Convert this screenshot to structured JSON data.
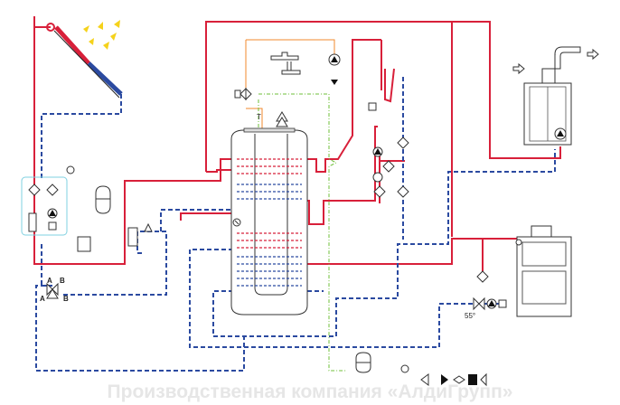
{
  "diagram": {
    "labels": {
      "valve_port_a_top": "A",
      "valve_port_b_top": "B",
      "valve_port_a_bottom": "A",
      "valve_port_b_bottom": "B",
      "thermostat_setpoint": "55°",
      "tank_sensor_marker": "T"
    },
    "colors": {
      "hot_supply": "#d8203a",
      "cold_return": "#2b4aa0",
      "domestic_hot_water": "#f08a2c",
      "circulation": "#6fbf3a",
      "sun_rays": "#f5d21b",
      "solar_panel_hot": "#d8203a",
      "solar_panel_cold": "#2b4aa0",
      "solar_group_frame": "#7fd0e0"
    },
    "icons": [
      "sun-icon",
      "solar-collector-icon",
      "faucet-icon",
      "circulation-pump-icon",
      "three-way-valve-icon",
      "expansion-vessel-icon",
      "pressure-gauge-icon",
      "check-valve-icon",
      "flue-arrow-icon"
    ],
    "watermark": "Производственная компания «АлдиГрупп»"
  }
}
